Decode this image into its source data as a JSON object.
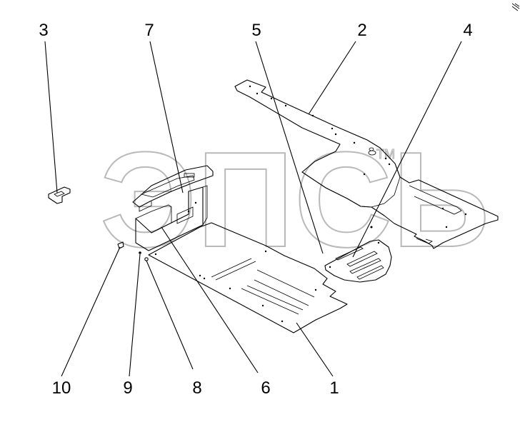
{
  "watermark": {
    "text": "ЭПСЬ",
    "trademark": "TM"
  },
  "callouts": [
    {
      "label": "1"
    },
    {
      "label": "2"
    },
    {
      "label": "3"
    },
    {
      "label": "4"
    },
    {
      "label": "5"
    },
    {
      "label": "6"
    },
    {
      "label": "7"
    },
    {
      "label": "8"
    },
    {
      "label": "9"
    },
    {
      "label": "10"
    }
  ]
}
